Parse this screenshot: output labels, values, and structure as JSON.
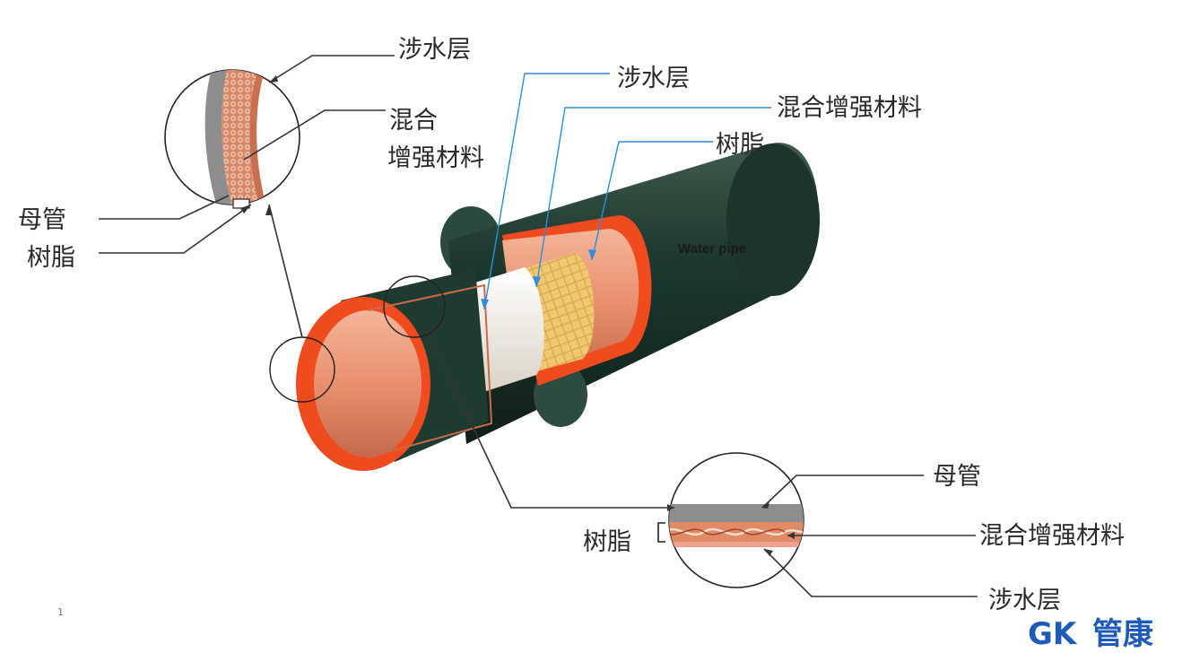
{
  "labels": {
    "tl_water_layer": "涉水层",
    "tl_mixed_line1": "混合",
    "tl_mixed_line2": "增强材料",
    "tl_mother_pipe": "母管",
    "tl_resin": "树脂",
    "main_water_layer": "涉水层",
    "main_mixed": "混合增强材料",
    "main_resin": "树脂",
    "pipe_print": "Water pipe",
    "br_mother_pipe": "母管",
    "br_resin": "树脂",
    "br_mixed": "混合增强材料",
    "br_water_layer": "涉水层"
  },
  "logo": {
    "mark": "GK",
    "name": "管康"
  },
  "page_marker": "1",
  "colors": {
    "pipe_outer": "#1f3a2f",
    "orange_layer": "#f04a1f",
    "copper_inner": "#e89070",
    "white_layer": "#f2ede4",
    "mesh_layer": "#f0c870",
    "logo_blue": "#1E5BB8",
    "leader_blue": "#2a8ee0"
  }
}
